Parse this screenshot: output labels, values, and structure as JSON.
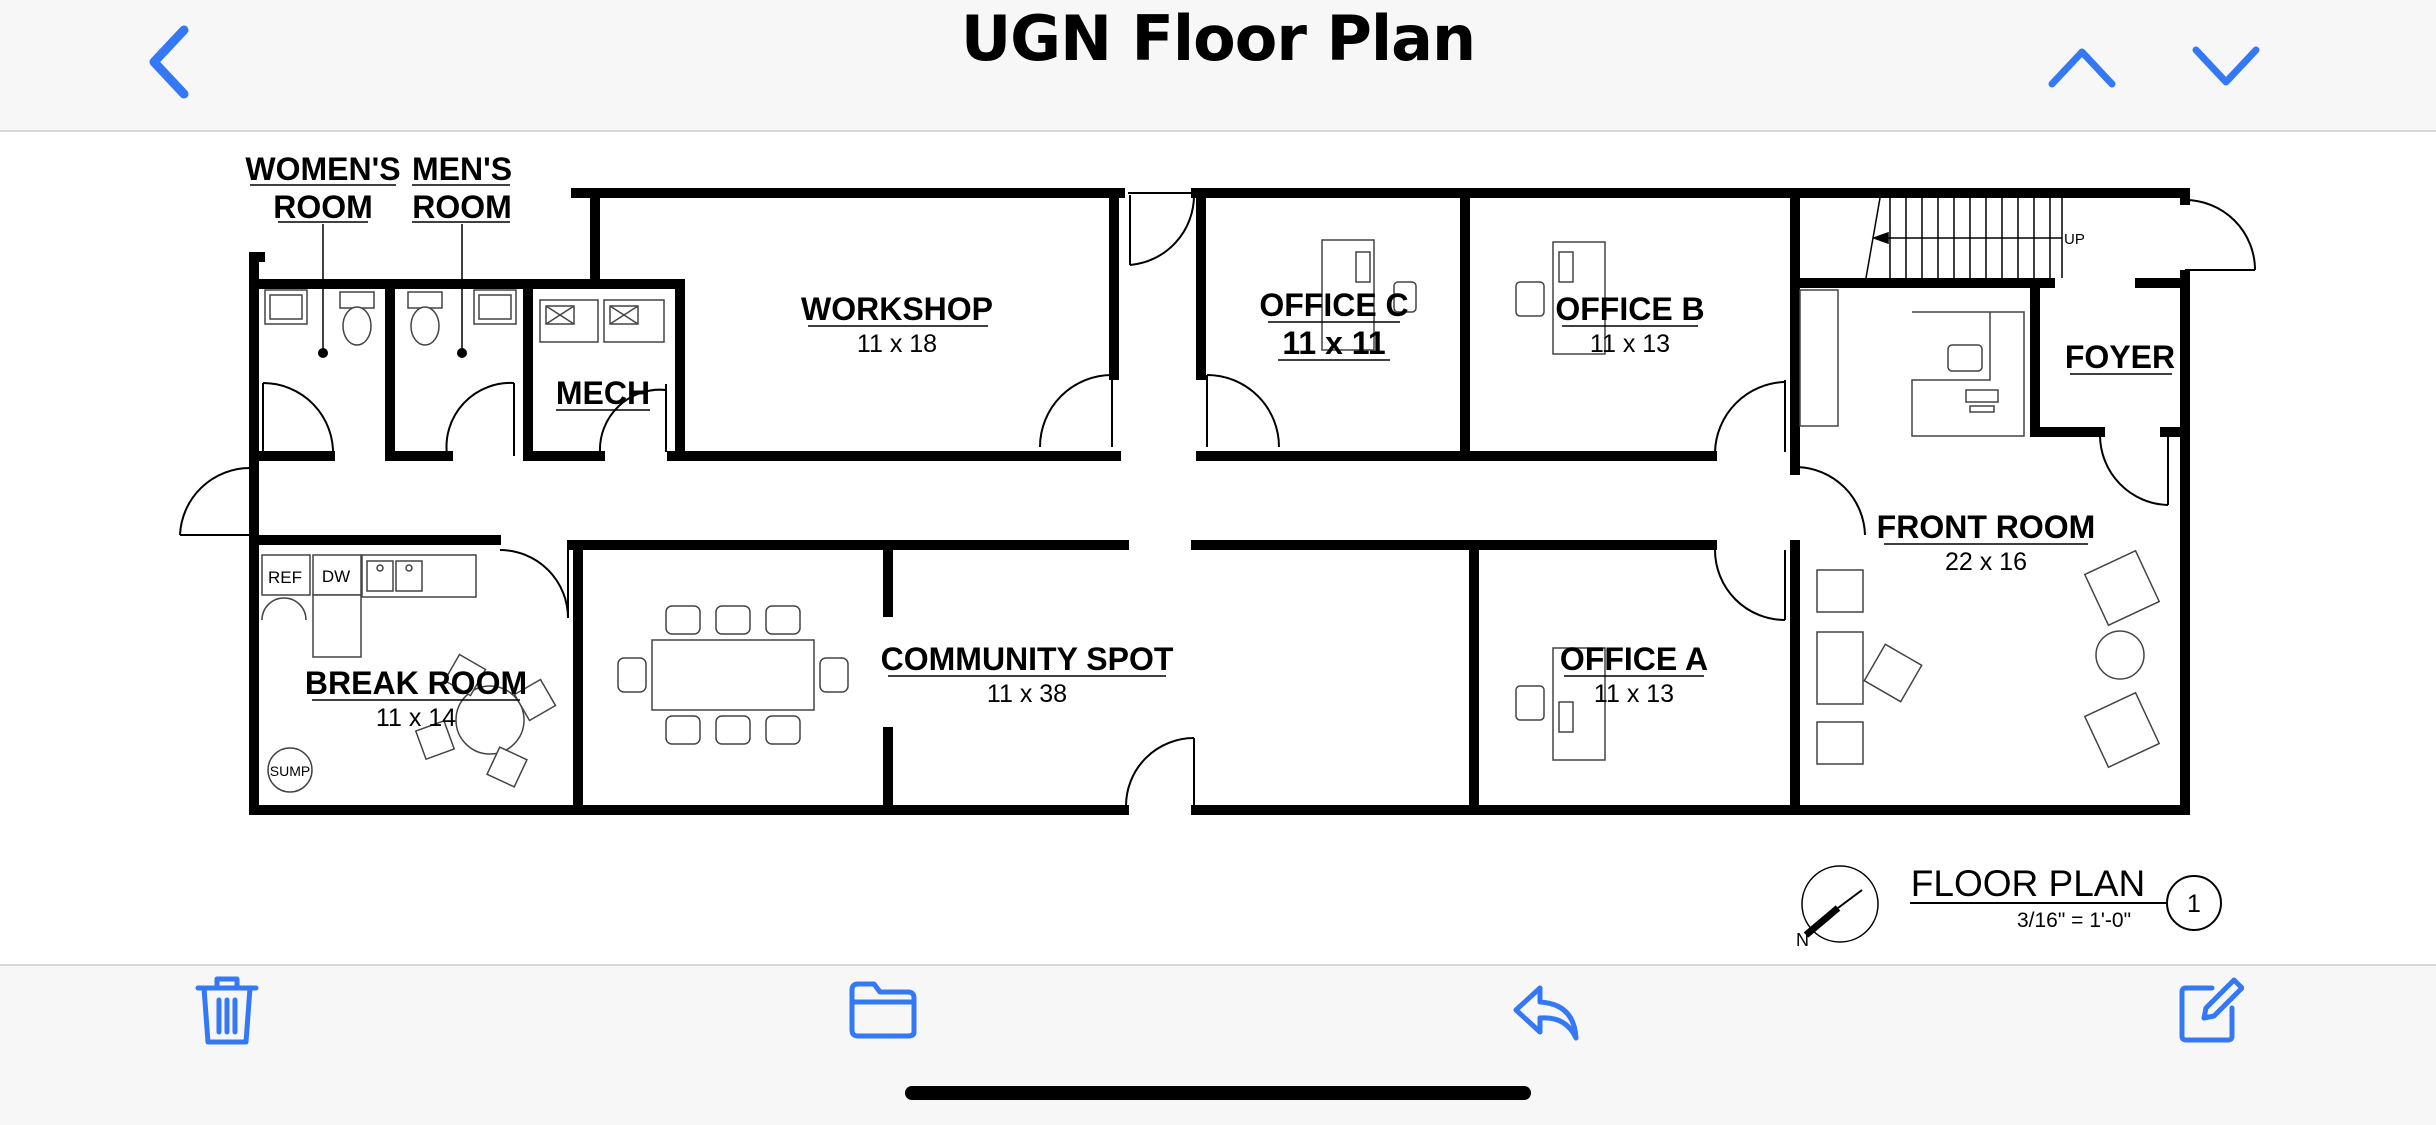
{
  "header": {
    "title": "UGN Floor Plan",
    "back_icon": "chevron-left-icon",
    "prev_icon": "chevron-up-icon",
    "next_icon": "chevron-down-icon"
  },
  "plan": {
    "rooms": {
      "womens_room": [
        "WOMEN'S",
        "ROOM"
      ],
      "mens_room": [
        "MEN'S",
        "ROOM"
      ],
      "mech": "MECH",
      "workshop": {
        "name": "WORKSHOP",
        "size": "11 x 18"
      },
      "office_c": {
        "name": "OFFICE C",
        "size": "11 x 11"
      },
      "office_b": {
        "name": "OFFICE B",
        "size": "11 x 13"
      },
      "foyer": "FOYER",
      "front_room": {
        "name": "FRONT ROOM",
        "size": "22 x 16"
      },
      "break_room": {
        "name": "BREAK ROOM",
        "size": "11 x 14"
      },
      "community_spot": {
        "name": "COMMUNITY SPOT",
        "size": "11 x 38"
      },
      "office_a": {
        "name": "OFFICE A",
        "size": "11 x 13"
      }
    },
    "fixtures": {
      "ref": "REF",
      "dw": "DW",
      "sump": "SUMP",
      "stairs": "UP"
    },
    "title_block": {
      "title": "FLOOR PLAN",
      "scale": "3/16\" = 1'-0\"",
      "sheet_number": "1",
      "north_label": "N"
    }
  },
  "toolbar": {
    "trash_icon": "trash-icon",
    "folder_icon": "folder-icon",
    "reply_icon": "reply-icon",
    "compose_icon": "compose-icon"
  },
  "colors": {
    "accent": "#3478f6",
    "bar_background": "#f7f7f7",
    "wall": "#000000"
  }
}
